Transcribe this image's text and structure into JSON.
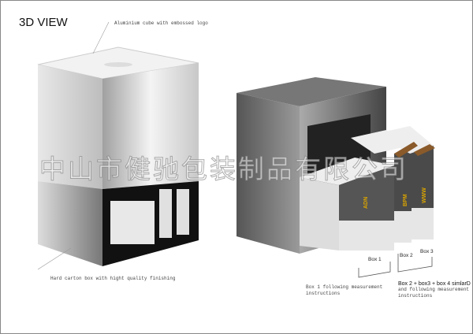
{
  "title": "3D VIEW",
  "notes": {
    "aluminium": "Aluminium cube with embossed logo",
    "carton": "Hard carton box with hight quality finishing",
    "box1_note_line1": "Box 1 following measurement",
    "box1_note_line2": "instructions",
    "box234_heading": "Box 2 + box3 + box 4 simlarD",
    "box234_line1": "and following measurement",
    "box234_line2": "instructions"
  },
  "boxes": {
    "box1": "Box 1",
    "box2": "Box 2",
    "box3": "Box 3"
  },
  "spines": {
    "a": "ADN",
    "b": "BPM",
    "c": "WWW"
  },
  "watermark": "中山市健驰包装制品有限公司"
}
